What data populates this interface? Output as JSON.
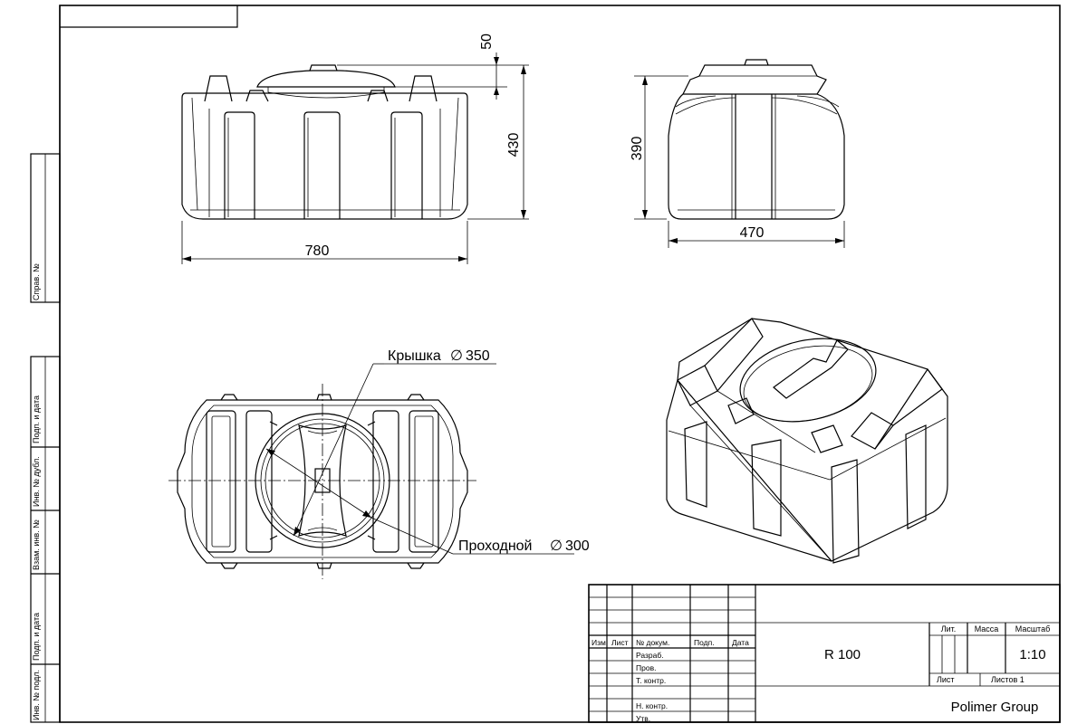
{
  "dimensions": {
    "front_lid_height": "50",
    "front_height": "430",
    "front_length": "780",
    "side_height": "390",
    "side_width": "470"
  },
  "callouts": {
    "lid": {
      "label": "Крышка",
      "symbol": "∅",
      "value": "350"
    },
    "manhole": {
      "label": "Проходной",
      "symbol": "∅",
      "value": "300"
    }
  },
  "side_strip": [
    "Справ. №",
    "Подп. и дата",
    "Инв. № дубл.",
    "Взам. инв. №",
    "Подп. и дата",
    "Инв. № подл."
  ],
  "title_block": {
    "columns": [
      "Изм.",
      "Лист",
      "№ докум.",
      "Подп.",
      "Дата"
    ],
    "roles": [
      "Разраб.",
      "Пров.",
      "Т. контр.",
      "Н. контр.",
      "Утв."
    ],
    "designation": "R 100",
    "lit_label": "Лит.",
    "mass_label": "Масса",
    "scale_label": "Масштаб",
    "scale_value": "1:10",
    "sheet_label": "Лист",
    "sheets_label": "Листов 1",
    "company": "Polimer Group"
  }
}
